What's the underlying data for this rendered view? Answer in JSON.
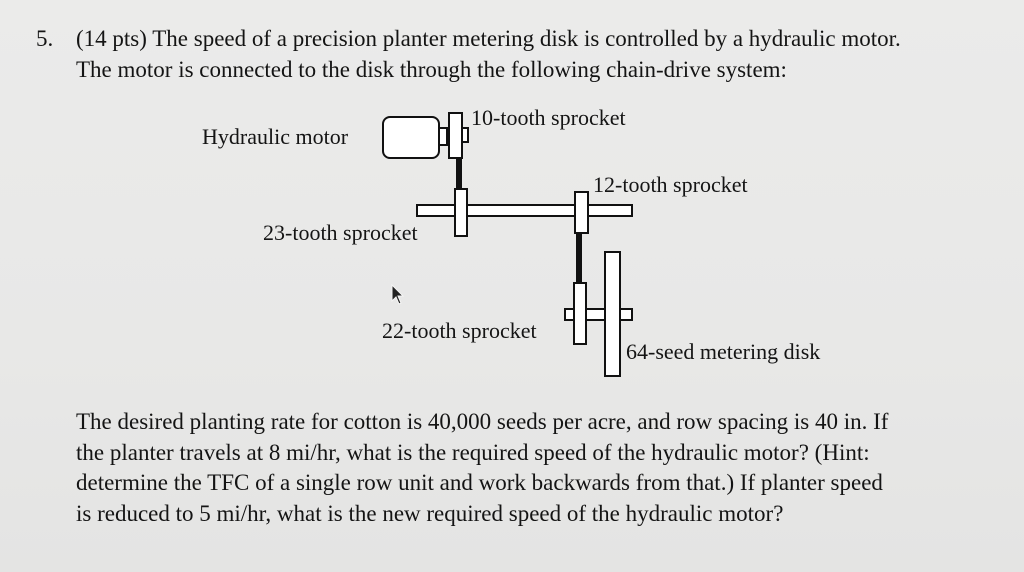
{
  "question": {
    "number": "5.",
    "lines": [
      "(14 pts) The speed of a precision planter metering disk is controlled by a hydraulic motor.",
      "The motor is connected to the disk through the following chain-drive system:"
    ]
  },
  "diagram": {
    "labels": {
      "motor": "Hydraulic motor",
      "sprocket_10": "10-tooth sprocket",
      "sprocket_12": "12-tooth sprocket",
      "sprocket_23": "23-tooth sprocket",
      "sprocket_22": "22-tooth sprocket",
      "disk": "64-seed metering disk"
    }
  },
  "problem": {
    "lines": [
      "The desired planting rate for cotton is 40,000 seeds per acre, and row spacing is 40 in. If",
      "the planter travels at 8 mi/hr, what is the required speed of the hydraulic motor? (Hint:",
      "determine the TFC of a single row unit and work backwards from that.) If planter speed",
      "is reduced to 5 mi/hr, what is the new required speed of the hydraulic motor?"
    ]
  }
}
